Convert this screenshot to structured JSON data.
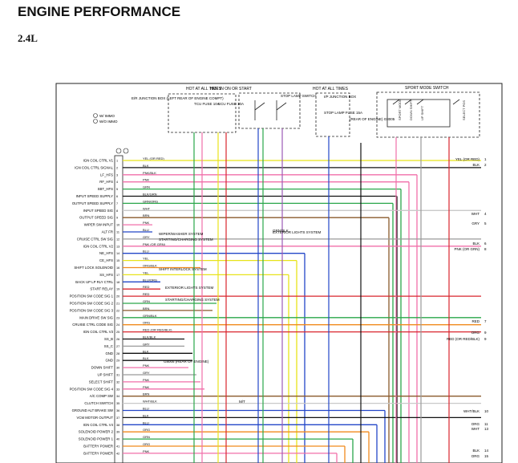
{
  "title": "ENGINE PERFORMANCE",
  "subtitle": "2.4L",
  "header_notes": {
    "hot_at_all_times": "HOT AT ALL TIMES",
    "hot_in_on": "HOT IN ON OR START",
    "hot_at_all_times_2": "HOT AT ALL TIMES",
    "sport_mode_switch": "SPORT MODE SWITCH",
    "ipdm_label": "E/R JUNCTION BOX (LEFT REAR OF ENGINE COMPT)",
    "tcu_fuse": "TCU FUSE 10A",
    "ecu_fuse": "ECU FUSE 10A",
    "stop_lamp_switch": "STOP LAMP SWITCH",
    "ip_junction_box": "I/P JUNCTION BOX",
    "stop_lamp_fuse": "STOP LAMP FUSE 15A",
    "ground_note": "(REAR OF ENGINE) G8005",
    "w_immo": "W/ IMMO",
    "wo_immo": "W/O IMMO",
    "mt_label": "M/T"
  },
  "sport_switch_labels": [
    "SPORT MODE",
    "DOWN SHIFT",
    "UP SHIFT",
    "SELECT POS"
  ],
  "pcm_pins": [
    {
      "label": "IGN COIL CTRL V1",
      "wire": "YEL (OR RED)"
    },
    {
      "label": "IGN COIL CTRL SIGNAL",
      "wire": "BLK"
    },
    {
      "label": "LF_HFS",
      "wire": "PNK/BLK"
    },
    {
      "label": "RF_HFS",
      "wire": "PNK"
    },
    {
      "label": "SBT_HFS",
      "wire": "GRN"
    },
    {
      "label": "INPUT SPEED SUPPLY",
      "wire": "BLK/GRN"
    },
    {
      "label": "OUTPUT SPEED SUPPLY",
      "wire": "GRN/ORG"
    },
    {
      "label": "INPUT SPEED SIG",
      "wire": "WHT"
    },
    {
      "label": "OUTPUT SPEED SIG",
      "wire": "BRN"
    },
    {
      "label": "WIPER SW INPUT",
      "wire": "PNK"
    },
    {
      "label": "ALT FR",
      "wire": "BLU"
    },
    {
      "label": "CRUISE CTRL SW SIG",
      "wire": "GRY"
    },
    {
      "label": "IGN COIL CTRL V2",
      "wire": "PNK (OR GRN)"
    },
    {
      "label": "NE_HFS",
      "wire": "BLU"
    },
    {
      "label": "CE_HFS",
      "wire": "YEL"
    },
    {
      "label": "SHIFT LOCK SOLENOID",
      "wire": "ORG/BLK"
    },
    {
      "label": "SS_HFS",
      "wire": "YEL"
    },
    {
      "label": "BACK UP LP RLY CTRL",
      "wire": "BLU/ORG"
    },
    {
      "label": "START RELAY",
      "wire": "RED"
    },
    {
      "label": "POSITION SW CODE SIG 1",
      "wire": "RED"
    },
    {
      "label": "POSITION SW CODE SIG 2",
      "wire": "GRN"
    },
    {
      "label": "POSITION SW CODE SIG 3",
      "wire": "BRN"
    },
    {
      "label": "MAIN DRIVE SW SIG",
      "wire": "GRN/BLK"
    },
    {
      "label": "CRUISE CTRL CODE SIG",
      "wire": "ORG"
    },
    {
      "label": "IGN COIL CTRL V3",
      "wire": "RED (OR RED/BLK)"
    },
    {
      "label": "SS_B",
      "wire": "BLK/BLK"
    },
    {
      "label": "SS_C",
      "wire": "GRY"
    },
    {
      "label": "GND",
      "wire": "BLK"
    },
    {
      "label": "GND",
      "wire": "BLK"
    },
    {
      "label": "DOWN SHIFT",
      "wire": "PNK"
    },
    {
      "label": "UP SHIFT",
      "wire": "GRY"
    },
    {
      "label": "SELECT SHIFT",
      "wire": "PNK"
    },
    {
      "label": "POSITION SW CODE SIG 4",
      "wire": "PNK"
    },
    {
      "label": "A/C COMP SW",
      "wire": "BRN"
    },
    {
      "label": "CLUTCH SWITCH",
      "wire": "WHT/BLK"
    },
    {
      "label": "GROUND ALT BRAKE SW",
      "wire": "BLU"
    },
    {
      "label": "VCM MOTOR OUTPUT",
      "wire": "BLK"
    },
    {
      "label": "IGN COIL CTRL V4",
      "wire": "BLU"
    },
    {
      "label": "SOLENOID POWER 2",
      "wire": "ORG"
    },
    {
      "label": "SOLENOID POWER 1",
      "wire": "GRN"
    },
    {
      "label": "BATTERY POWER",
      "wire": "ORG"
    },
    {
      "label": "BATTERY POWER",
      "wire": "PNK"
    }
  ],
  "destinations": {
    "wiper": "WIPER/WASHER SYSTEM",
    "starting1": "STARTING/CHARGING SYSTEM",
    "shift_interlock": "SHIFT INTERLOCK SYSTEM",
    "exterior_lights": "EXTERIOR LIGHTS SYSTEM",
    "exterior_lights_2": "EXTERIOR LIGHTS SYSTEM",
    "starting2": "STARTING/CHARGING SYSTEM",
    "ground_g8005": "G8005 (REAR OF ENGINE)",
    "grn_blk": "GRN/BLK"
  },
  "right_labels": [
    {
      "text": "YEL (OR RED)",
      "num": "1"
    },
    {
      "text": "BLK",
      "num": "2"
    },
    {
      "text": "WHT",
      "num": "4"
    },
    {
      "text": "GRY",
      "num": "5"
    },
    {
      "text": "BLK",
      "num": "6"
    },
    {
      "text": "PNK (OR GRN)",
      "num": "8"
    },
    {
      "text": "RED",
      "num": "7"
    },
    {
      "text": "ORG",
      "num": "9"
    },
    {
      "text": "RED (OR RED/BLK)",
      "num": "9"
    },
    {
      "text": "WHT/BLK",
      "num": "10"
    },
    {
      "text": "ORG",
      "num": "11"
    },
    {
      "text": "WHT",
      "num": "13"
    },
    {
      "text": "BLK",
      "num": "14"
    },
    {
      "text": "ORG",
      "num": "15"
    }
  ],
  "wire_colors": {
    "yellow": "#e8e31a",
    "red": "#d9262e",
    "pink": "#f06fa9",
    "green": "#2aa64a",
    "blue": "#2346c8",
    "black": "#111111",
    "orange": "#f08a1c",
    "brown": "#8a5a2b",
    "gray": "#9a9a9a",
    "purple": "#9b59b6"
  }
}
